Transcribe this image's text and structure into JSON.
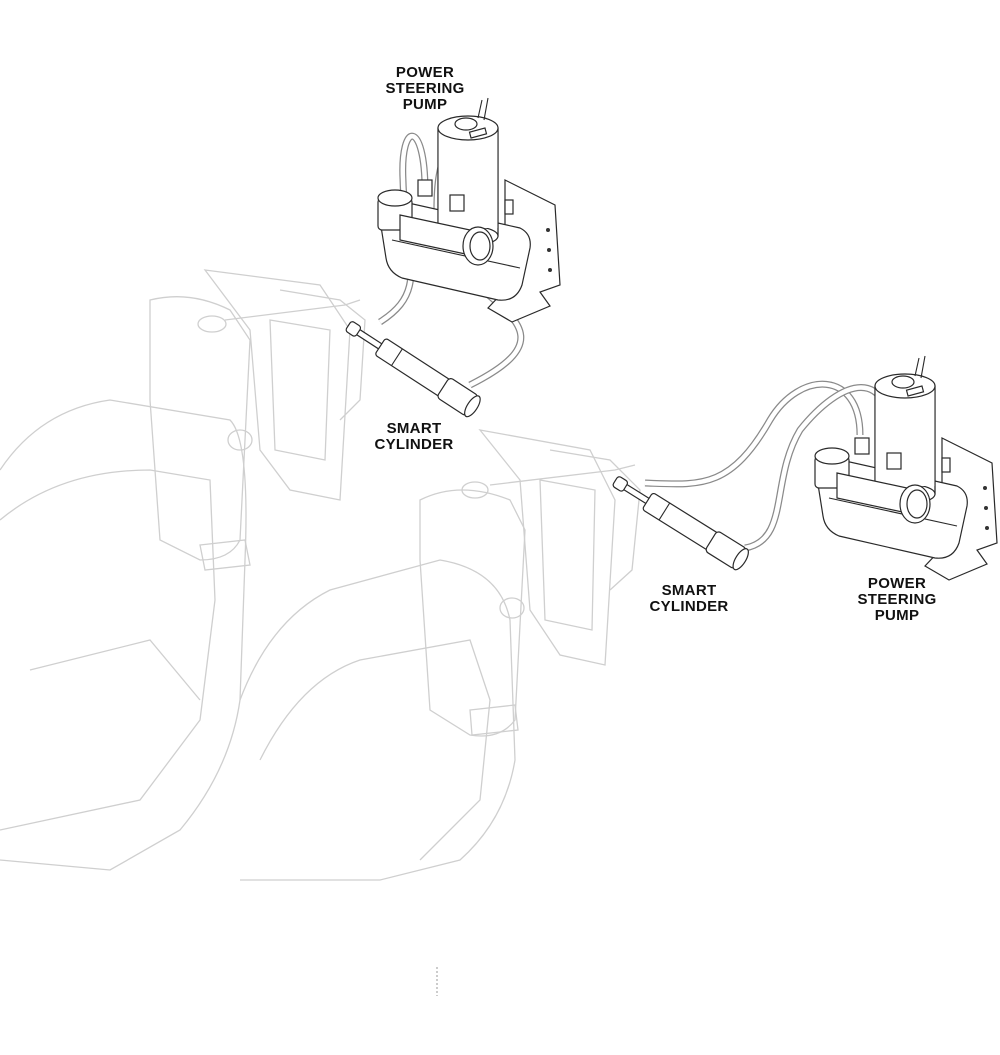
{
  "labels": {
    "pump_top": [
      "POWER",
      "STEERING",
      "PUMP"
    ],
    "cylinder_top": [
      "SMART",
      "CYLINDER"
    ],
    "cylinder_bottom": [
      "SMART",
      "CYLINDER"
    ],
    "pump_bottom": [
      "POWER",
      "STEERING",
      "PUMP"
    ]
  },
  "colors": {
    "line": "#2a2a2a",
    "outboard": "#cfcfcf",
    "hose": "#9a9a9a"
  }
}
